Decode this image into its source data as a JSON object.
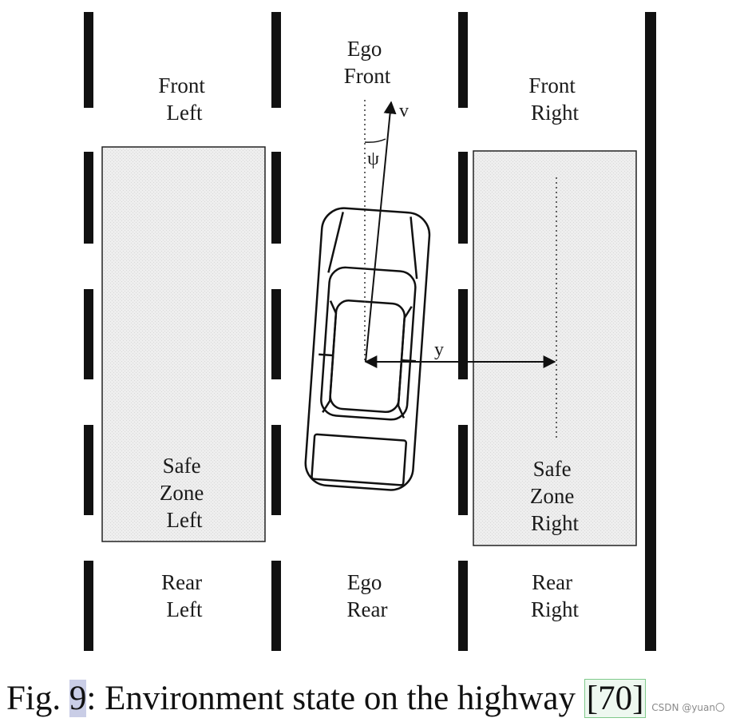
{
  "zones": {
    "front_left": [
      "Front",
      "Left"
    ],
    "ego_front": [
      "Ego",
      "Front"
    ],
    "front_right": [
      "Front",
      "Right"
    ],
    "safe_zone_left": [
      "Safe",
      "Zone",
      "Left"
    ],
    "safe_zone_right": [
      "Safe",
      "Zone",
      "Right"
    ],
    "rear_left": [
      "Rear",
      "Left"
    ],
    "ego_rear": [
      "Ego",
      "Rear"
    ],
    "rear_right": [
      "Rear",
      "Right"
    ]
  },
  "symbols": {
    "velocity": "v",
    "heading": "ψ",
    "lateral": "y"
  },
  "caption": {
    "prefix": "Fig. ",
    "number": "9",
    "text": ": Environment state on the highway ",
    "reference": "[70]"
  },
  "watermark": "CSDN @yuan〇"
}
